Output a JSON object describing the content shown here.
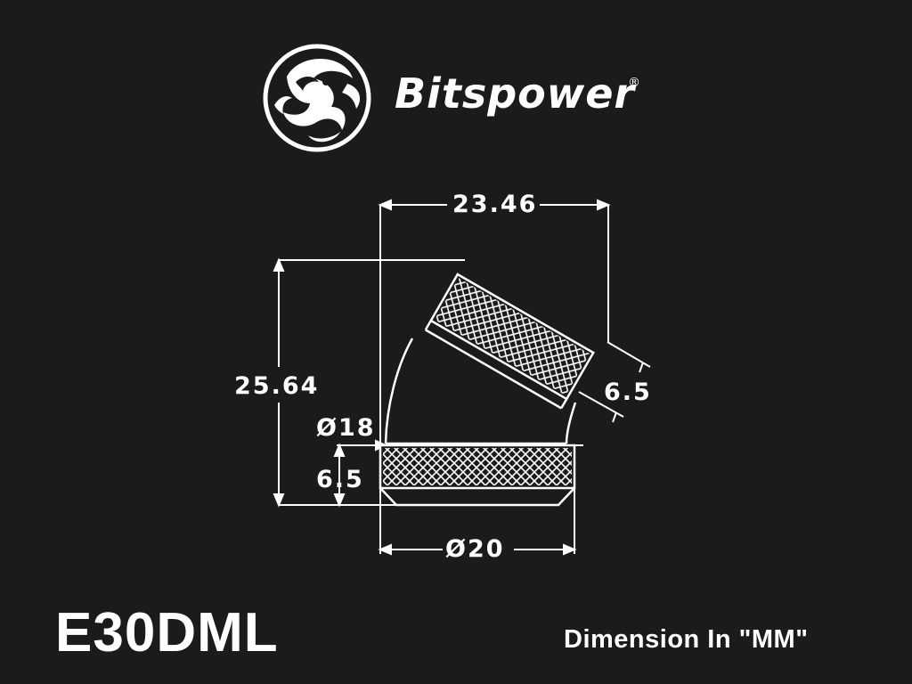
{
  "brand": {
    "name": "Bitspower",
    "registered_mark": "®",
    "logo_icon": "dragon-logo-icon"
  },
  "dimensions": {
    "overall_width": "23.46",
    "overall_height": "25.64",
    "top_ring_height": "6.5",
    "neck_diameter": "Ø18",
    "bottom_ring_height": "6.5",
    "base_diameter": "Ø20"
  },
  "product": {
    "model": "E30DML",
    "units_note": "Dimension In \"MM\""
  },
  "colors": {
    "background": "#1c1a1a",
    "foreground": "#ffffff"
  }
}
